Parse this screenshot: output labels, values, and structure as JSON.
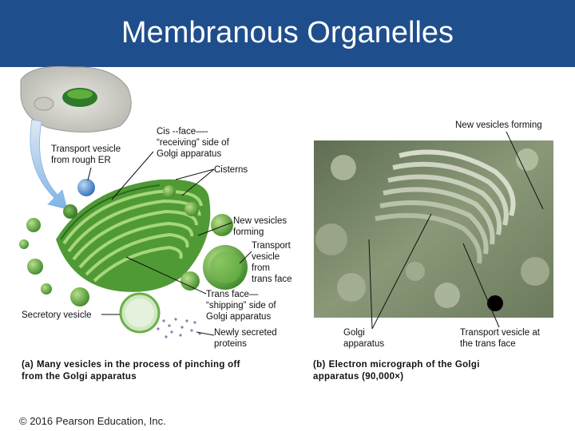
{
  "slide": {
    "title": "Membranous Organelles",
    "copyright": "© 2016 Pearson Education, Inc."
  },
  "panel_a": {
    "labels": {
      "transport_vesicle_er": "Transport vesicle\nfrom rough ER",
      "cis_face": "Cis --face—-\n“receiving” side of\nGolgi apparatus",
      "cisterns": "Cisterns",
      "new_vesicles": "New vesicles\nforming",
      "transport_vesicle_trans": "Transport\nvesicle\nfrom\ntrans face",
      "trans_face": "Trans face—\n“shipping” side of\nGolgi apparatus",
      "secretory_vesicle": "Secretory vesicle",
      "secreted_proteins": "Newly secreted\nproteins"
    },
    "caption_tag": "(a)",
    "caption": "Many vesicles in the process of pinching off\nfrom the Golgi apparatus"
  },
  "panel_b": {
    "labels": {
      "new_vesicles": "New vesicles forming",
      "golgi": "Golgi\napparatus",
      "transport_vesicle": "Transport vesicle at\nthe trans face"
    },
    "caption_tag": "(b)",
    "caption": "Electron micrograph of the Golgi\napparatus (90,000×)"
  }
}
